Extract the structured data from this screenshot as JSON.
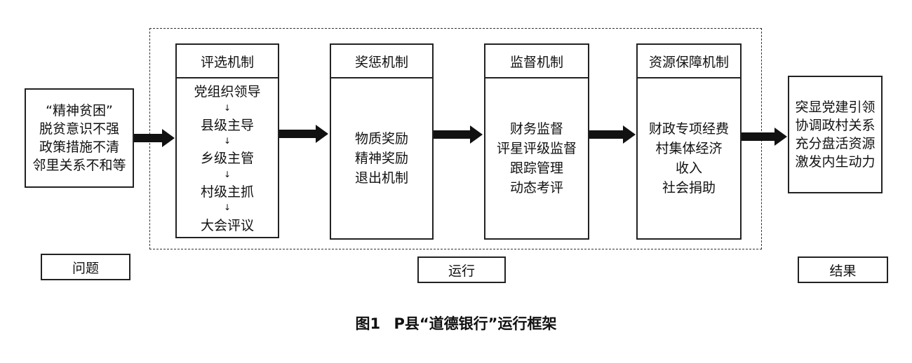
{
  "problem": {
    "lines": [
      "“精神贫困”",
      "脱贫意识不强",
      "政策措施不清",
      "邻里关系不和等"
    ],
    "label": "问题"
  },
  "operation_label": "运行",
  "mechanisms": [
    {
      "title": "评选机制",
      "steps": [
        "党组织领导",
        "县级主导",
        "乡级主管",
        "村级主抓",
        "大会评议"
      ]
    },
    {
      "title": "奖惩机制",
      "lines": [
        "物质奖励",
        "精神奖励",
        "退出机制"
      ]
    },
    {
      "title": "监督机制",
      "lines": [
        "财务监督",
        "评星评级监督",
        "跟踪管理",
        "动态考评"
      ]
    },
    {
      "title": "资源保障机制",
      "lines": [
        "财政专项经费",
        "村集体经济",
        "收入",
        "社会捐助"
      ]
    }
  ],
  "result": {
    "lines": [
      "突显党建引领",
      "协调政村关系",
      "充分盘活资源",
      "激发内生动力"
    ],
    "label": "结果"
  },
  "caption": {
    "number": "图1",
    "text": "P县“道德银行”运行框架"
  }
}
